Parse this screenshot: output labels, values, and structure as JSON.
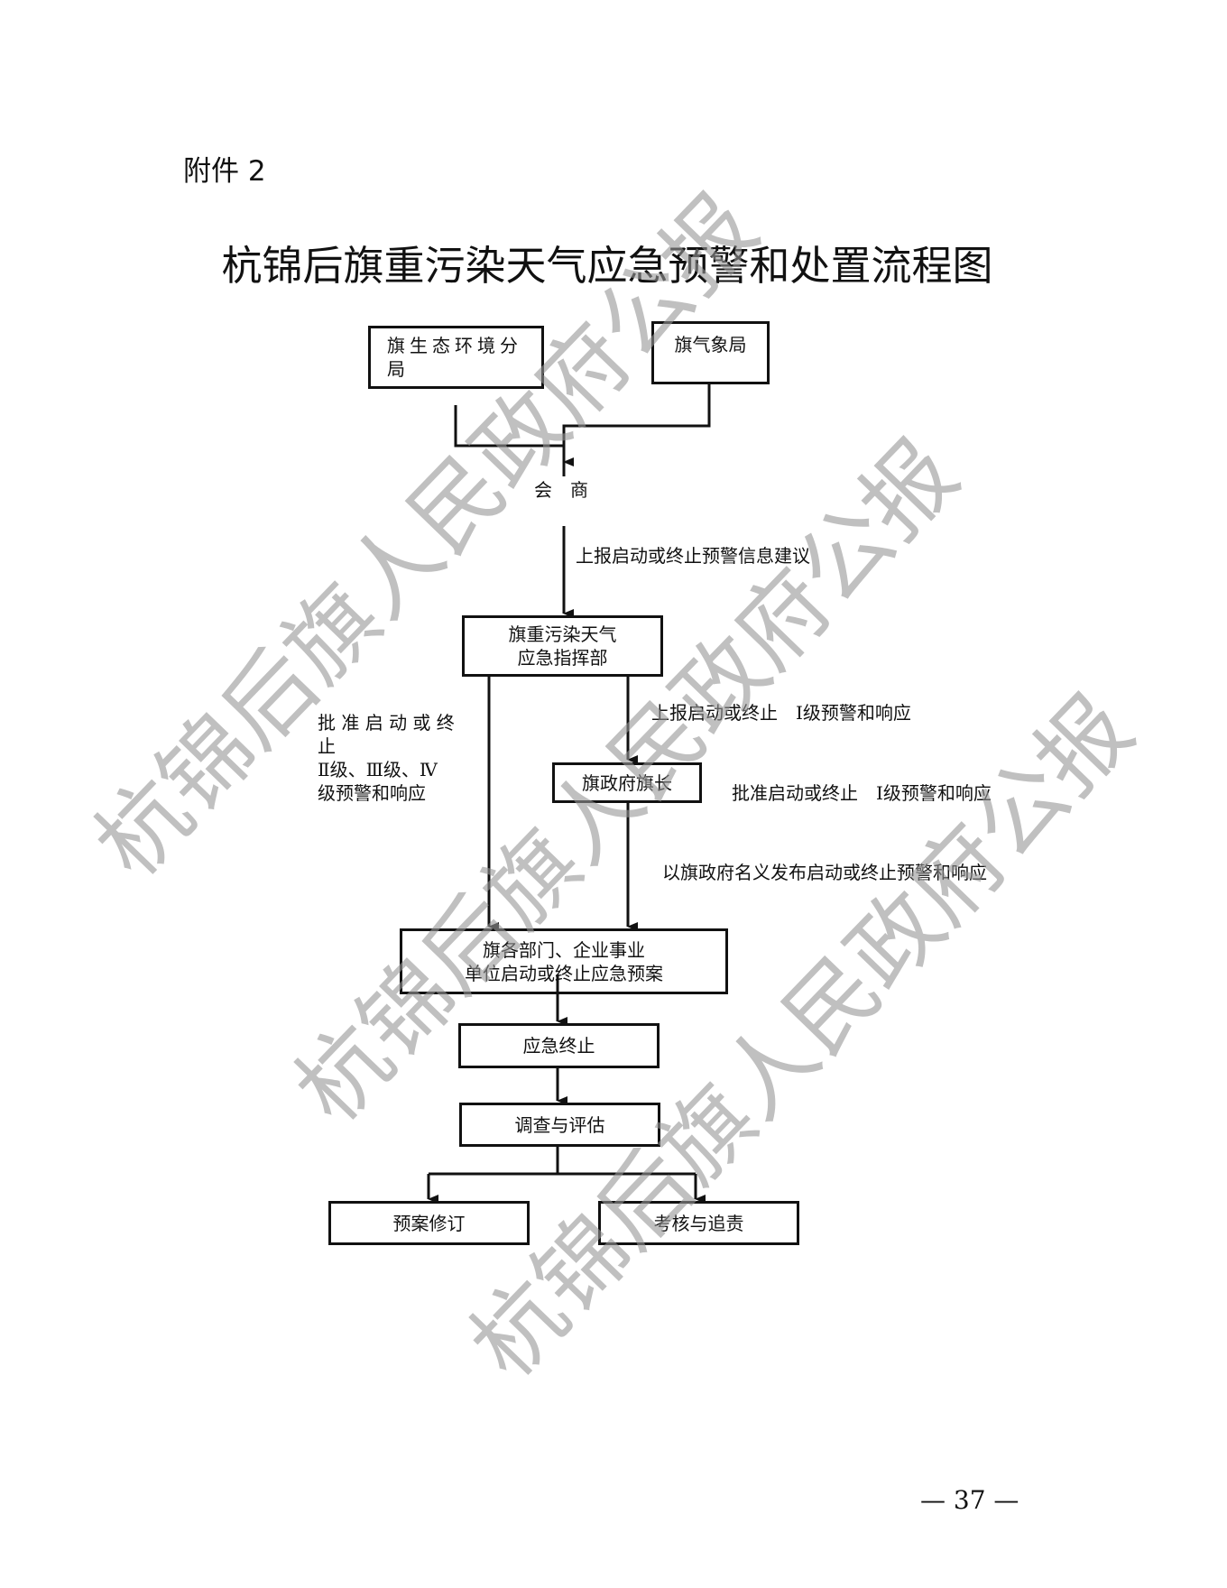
{
  "attachment_label": "附件 2",
  "title": "杭锦后旗重污染天气应急预警和处置流程图",
  "flowchart": {
    "nodes": {
      "eco_bureau": "旗生态环境分局",
      "weather_bureau": "旗气象局",
      "consult": "会　商",
      "command": [
        "旗重污染天气",
        "应急指挥部"
      ],
      "banner_head": "旗政府旗长",
      "departments": [
        "旗各部门、企业事业",
        "单位启动或终止应急预案"
      ],
      "terminate": "应急终止",
      "investigate": "调查与评估",
      "revise": "预案修订",
      "accountability": "考核与追责"
    },
    "edge_labels": {
      "report_suggestion": "上报启动或终止预警信息建议",
      "report_level1": "上报启动或终止　Ⅰ级预警和响应",
      "approve_level234": [
        "批 准 启 动 或 终",
        "止",
        "Ⅱ级、Ⅲ级、Ⅳ",
        "级预警和响应"
      ],
      "approve_level1": "批准启动或终止　Ⅰ级预警和响应",
      "publish": "以旗政府名义发布启动或终止预警和响应"
    }
  },
  "watermark": "杭锦后旗人民政府公报",
  "page_number": "— 37 —"
}
